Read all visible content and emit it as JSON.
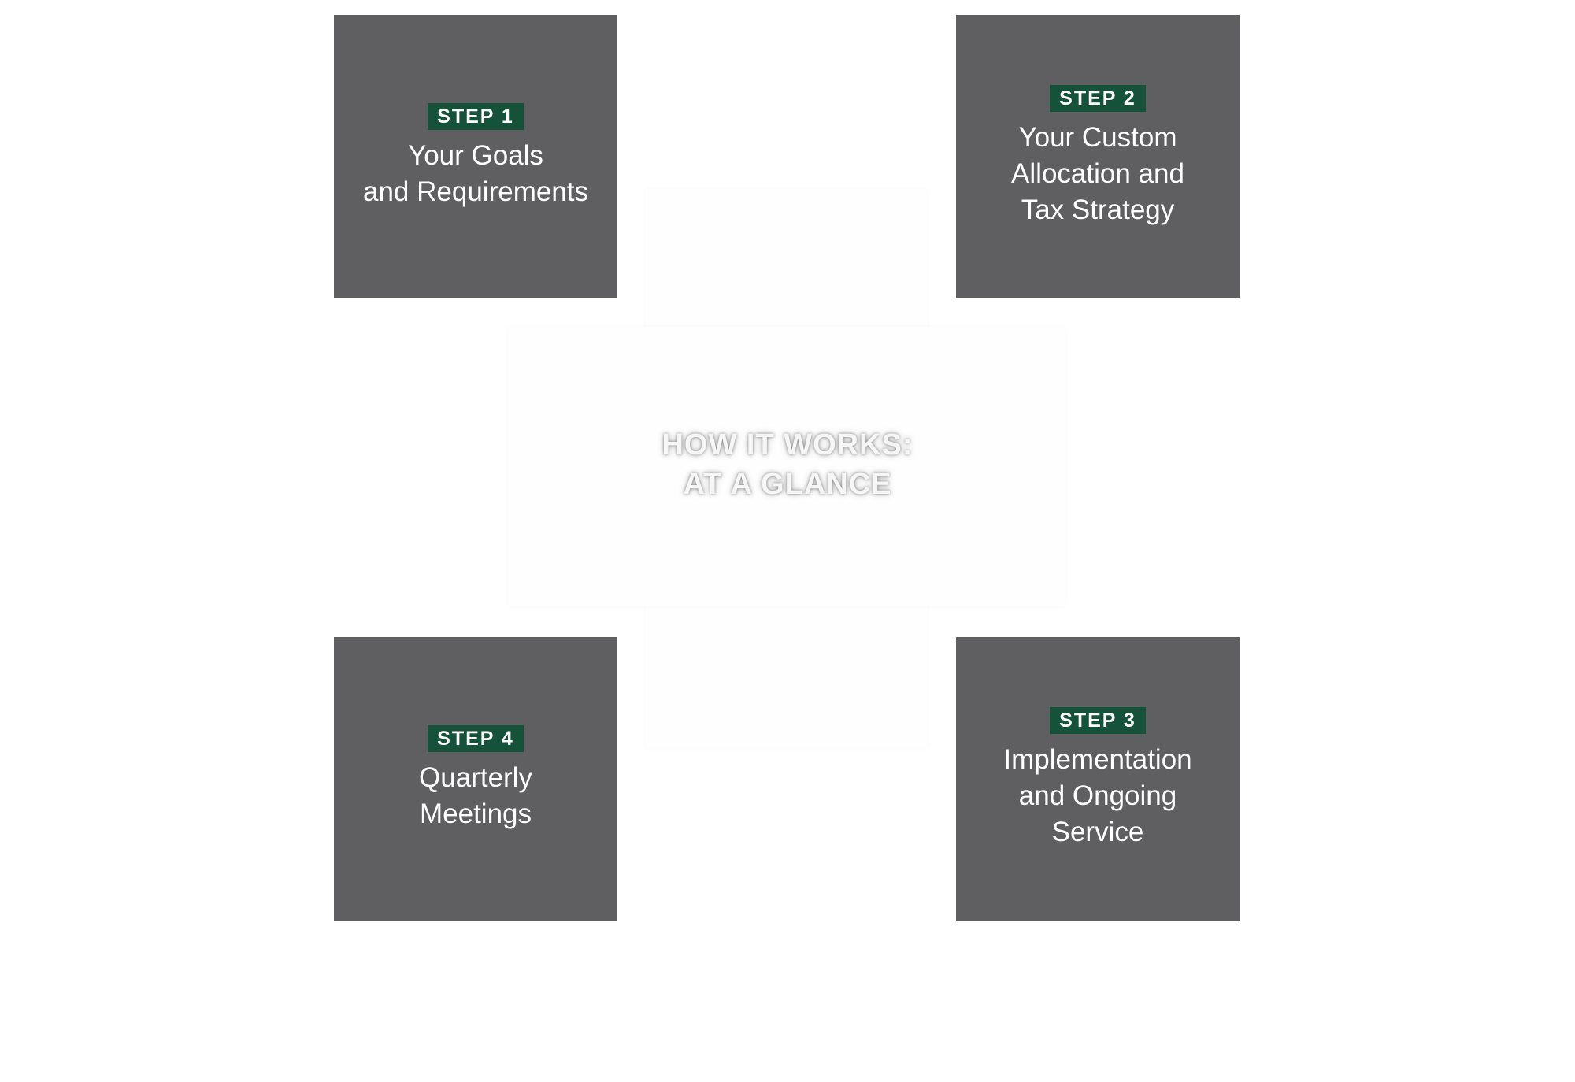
{
  "center": {
    "title_line1": "HOW IT WORKS:",
    "title_line2": "AT A GLANCE"
  },
  "steps": [
    {
      "badge": "STEP 1",
      "lines": [
        "Your Goals",
        "and Requirements"
      ]
    },
    {
      "badge": "STEP 2",
      "lines": [
        "Your Custom",
        "Allocation and",
        "Tax Strategy"
      ]
    },
    {
      "badge": "STEP 3",
      "lines": [
        "Implementation",
        "and Ongoing",
        "Service"
      ]
    },
    {
      "badge": "STEP 4",
      "lines": [
        "Quarterly",
        "Meetings"
      ]
    }
  ],
  "colors": {
    "card_background": "#5f5f61",
    "badge_background": "#15523a",
    "card_text": "#ffffff",
    "page_background": "#ffffff"
  }
}
